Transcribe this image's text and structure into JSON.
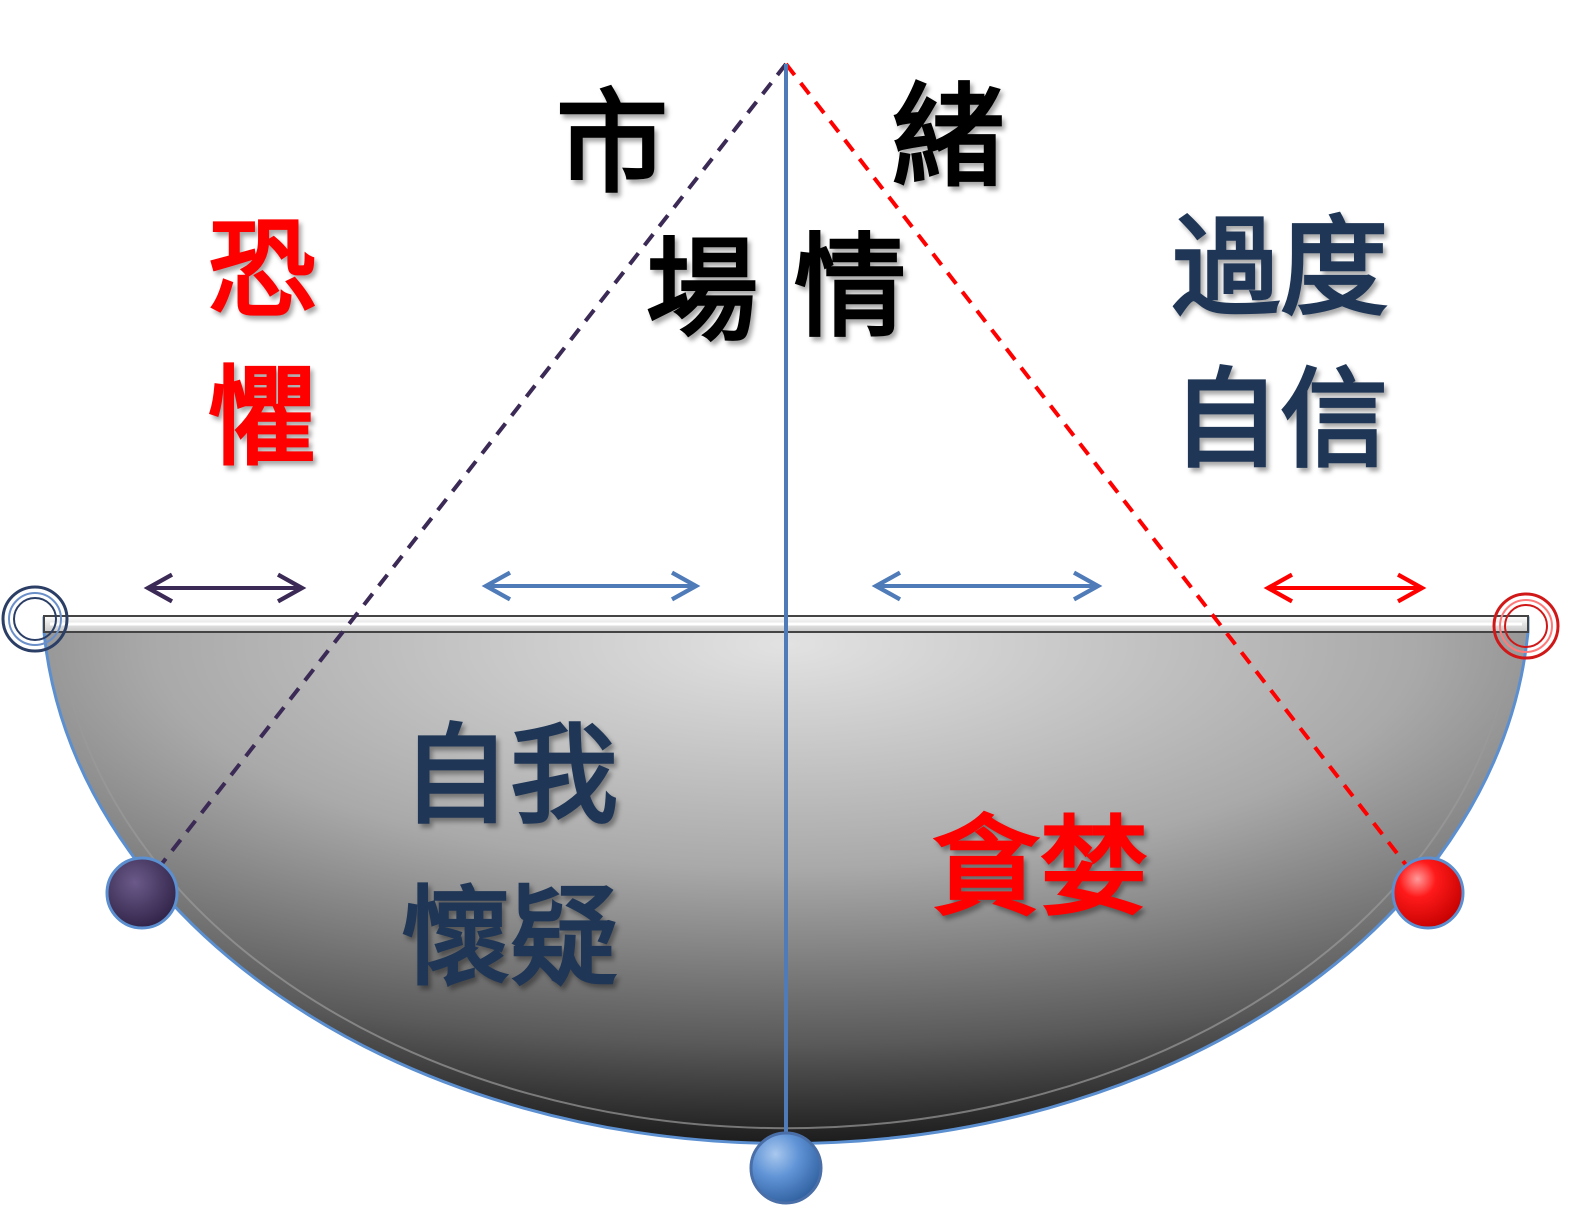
{
  "labels": {
    "market_1": "市",
    "market_2": "場",
    "sentiment_1": "情",
    "sentiment_2": "緒",
    "fear_1": "恐",
    "fear_2": "懼",
    "overconfidence_1": "過度",
    "overconfidence_2": "自信",
    "self_doubt_1": "自我",
    "self_doubt_2": "懷疑",
    "greed": "貪婪"
  },
  "colors": {
    "left_line": "#3b2a55",
    "right_line": "#ff0000",
    "center_line": "#4f7bb8",
    "left_arrow": "#3b2a55",
    "inner_arrows": "#4f7bb8",
    "right_arrow": "#ff0000",
    "label_black": "#000000",
    "label_red": "#ff0000",
    "label_navy": "#1f3656"
  }
}
